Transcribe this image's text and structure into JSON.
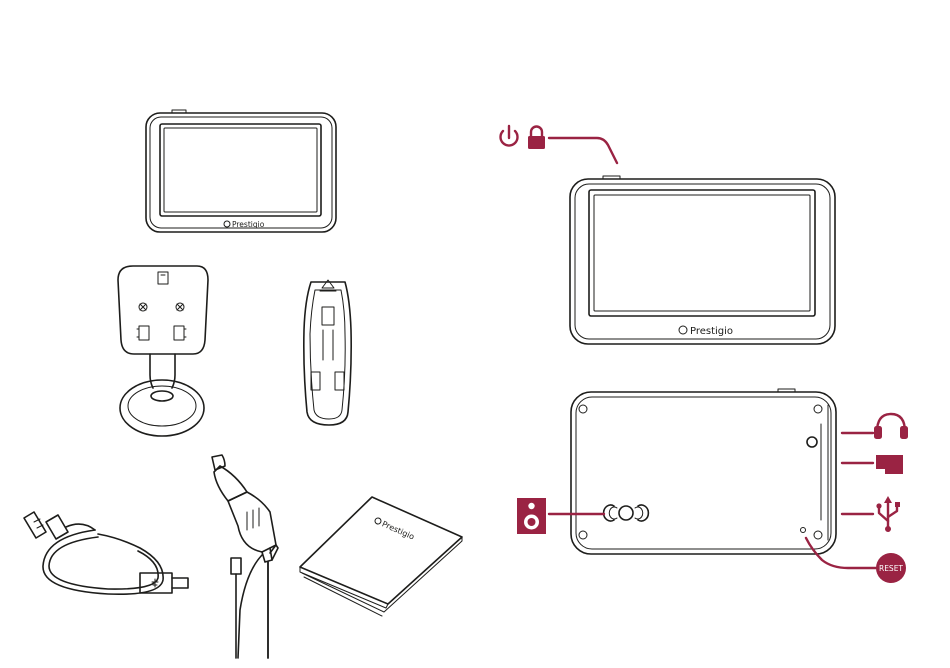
{
  "brand": {
    "small_device_logo": "Prestigio",
    "large_device_logo": "Prestigio",
    "manual_logo": "Prestigio"
  },
  "callouts": {
    "reset_label": "RESET"
  },
  "icons": {
    "power": "power-icon",
    "lock": "lock-icon",
    "headphones": "headphones-icon",
    "memory_card": "micro-sd-card-icon",
    "usb": "usb-icon",
    "speaker": "speaker-icon",
    "reset": "reset-button-icon"
  },
  "colors": {
    "accent": "#9a2343",
    "line": "#1d1d1b",
    "background": "#ffffff"
  }
}
